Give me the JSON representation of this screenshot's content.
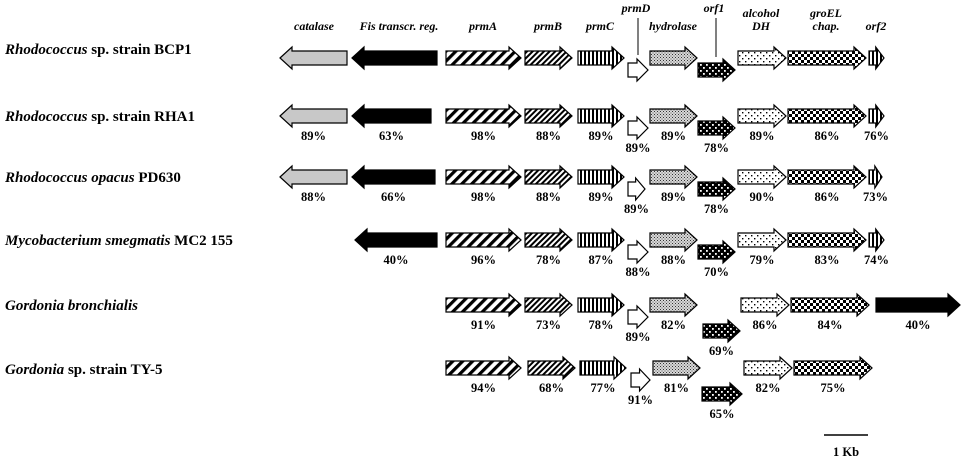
{
  "gene_labels": [
    {
      "id": "catalase",
      "lines": [
        "catalase"
      ]
    },
    {
      "id": "fis",
      "lines": [
        "Fis transcr. reg."
      ]
    },
    {
      "id": "prmA",
      "lines": [
        "prmA"
      ]
    },
    {
      "id": "prmB",
      "lines": [
        "prmB"
      ]
    },
    {
      "id": "prmC",
      "lines": [
        "prmC"
      ]
    },
    {
      "id": "prmD",
      "lines": [
        "prmD"
      ]
    },
    {
      "id": "hydrolase",
      "lines": [
        "hydrolase"
      ]
    },
    {
      "id": "orf1",
      "lines": [
        "orf1"
      ]
    },
    {
      "id": "alcohol",
      "lines": [
        "alcohol",
        "DH"
      ]
    },
    {
      "id": "groel",
      "lines": [
        "groEL",
        "chap."
      ]
    },
    {
      "id": "orf2",
      "lines": [
        "orf2"
      ]
    }
  ],
  "organisms": [
    {
      "name_parts": [
        {
          "text": "Rhodococcus",
          "italic": true
        },
        {
          "text": " sp. strain BCP1",
          "italic": false
        }
      ],
      "genes": [
        {
          "gene": "catalase",
          "dir": "left",
          "pattern": "gray"
        },
        {
          "gene": "fis",
          "dir": "left",
          "pattern": "black"
        },
        {
          "gene": "prmA",
          "dir": "right",
          "pattern": "diag"
        },
        {
          "gene": "prmB",
          "dir": "right",
          "pattern": "diagFine"
        },
        {
          "gene": "prmC",
          "dir": "right",
          "pattern": "vstripe"
        },
        {
          "gene": "prmD",
          "dir": "right",
          "pattern": "white"
        },
        {
          "gene": "hydrolase",
          "dir": "right",
          "pattern": "grid"
        },
        {
          "gene": "orf1",
          "dir": "right",
          "pattern": "blackdots"
        },
        {
          "gene": "alcohol",
          "dir": "right",
          "pattern": "sparsedots"
        },
        {
          "gene": "groel",
          "dir": "right",
          "pattern": "checker"
        },
        {
          "gene": "orf2",
          "dir": "right",
          "pattern": "vstripe"
        }
      ]
    },
    {
      "name_parts": [
        {
          "text": "Rhodococcus",
          "italic": true
        },
        {
          "text": " sp. strain RHA1",
          "italic": false
        }
      ],
      "genes": [
        {
          "gene": "catalase",
          "dir": "left",
          "pattern": "gray",
          "pct": "89%"
        },
        {
          "gene": "fis",
          "dir": "left",
          "pattern": "black",
          "pct": "63%"
        },
        {
          "gene": "prmA",
          "dir": "right",
          "pattern": "diag",
          "pct": "98%"
        },
        {
          "gene": "prmB",
          "dir": "right",
          "pattern": "diagFine",
          "pct": "88%"
        },
        {
          "gene": "prmC",
          "dir": "right",
          "pattern": "vstripe",
          "pct": "89%"
        },
        {
          "gene": "prmD",
          "dir": "right",
          "pattern": "white",
          "pct": "89%"
        },
        {
          "gene": "hydrolase",
          "dir": "right",
          "pattern": "grid",
          "pct": "89%"
        },
        {
          "gene": "orf1",
          "dir": "right",
          "pattern": "blackdots",
          "pct": "78%"
        },
        {
          "gene": "alcohol",
          "dir": "right",
          "pattern": "sparsedots",
          "pct": "89%"
        },
        {
          "gene": "groel",
          "dir": "right",
          "pattern": "checker",
          "pct": "86%"
        },
        {
          "gene": "orf2",
          "dir": "right",
          "pattern": "vstripe",
          "pct": "76%"
        }
      ]
    },
    {
      "name_parts": [
        {
          "text": "Rhodococcus opacus",
          "italic": true
        },
        {
          "text": " PD630",
          "italic": false
        }
      ],
      "genes": [
        {
          "gene": "catalase",
          "dir": "left",
          "pattern": "gray",
          "pct": "88%"
        },
        {
          "gene": "fis",
          "dir": "left",
          "pattern": "black",
          "pct": "66%"
        },
        {
          "gene": "prmA",
          "dir": "right",
          "pattern": "diag",
          "pct": "98%"
        },
        {
          "gene": "prmB",
          "dir": "right",
          "pattern": "diagFine",
          "pct": "88%"
        },
        {
          "gene": "prmC",
          "dir": "right",
          "pattern": "vstripe",
          "pct": "89%"
        },
        {
          "gene": "prmD",
          "dir": "right",
          "pattern": "white",
          "pct": "89%"
        },
        {
          "gene": "hydrolase",
          "dir": "right",
          "pattern": "grid",
          "pct": "89%"
        },
        {
          "gene": "orf1",
          "dir": "right",
          "pattern": "blackdots",
          "pct": "78%"
        },
        {
          "gene": "alcohol",
          "dir": "right",
          "pattern": "sparsedots",
          "pct": "90%"
        },
        {
          "gene": "groel",
          "dir": "right",
          "pattern": "checker",
          "pct": "86%"
        },
        {
          "gene": "orf2",
          "dir": "right",
          "pattern": "vstripe",
          "pct": "73%"
        }
      ]
    },
    {
      "name_parts": [
        {
          "text": "Mycobacterium smegmatis",
          "italic": true
        },
        {
          "text": " MC2 155",
          "italic": false
        }
      ],
      "genes": [
        {
          "gene": "fis",
          "dir": "left",
          "pattern": "black",
          "pct": "40%"
        },
        {
          "gene": "prmA",
          "dir": "right",
          "pattern": "diag",
          "pct": "96%"
        },
        {
          "gene": "prmB",
          "dir": "right",
          "pattern": "diagFine",
          "pct": "78%"
        },
        {
          "gene": "prmC",
          "dir": "right",
          "pattern": "vstripe",
          "pct": "87%"
        },
        {
          "gene": "prmD",
          "dir": "right",
          "pattern": "white",
          "pct": "88%"
        },
        {
          "gene": "hydrolase",
          "dir": "right",
          "pattern": "grid",
          "pct": "88%"
        },
        {
          "gene": "orf1",
          "dir": "right",
          "pattern": "blackdots",
          "pct": "70%"
        },
        {
          "gene": "alcohol",
          "dir": "right",
          "pattern": "sparsedots",
          "pct": "79%"
        },
        {
          "gene": "groel",
          "dir": "right",
          "pattern": "checker",
          "pct": "83%"
        },
        {
          "gene": "orf2",
          "dir": "right",
          "pattern": "vstripe",
          "pct": "74%"
        }
      ]
    },
    {
      "name_parts": [
        {
          "text": "Gordonia bronchialis",
          "italic": true
        }
      ],
      "genes": [
        {
          "gene": "prmA",
          "dir": "right",
          "pattern": "diag",
          "pct": "91%"
        },
        {
          "gene": "prmB",
          "dir": "right",
          "pattern": "diagFine",
          "pct": "73%"
        },
        {
          "gene": "prmC",
          "dir": "right",
          "pattern": "vstripe",
          "pct": "78%"
        },
        {
          "gene": "prmD",
          "dir": "right",
          "pattern": "white",
          "pct": "89%"
        },
        {
          "gene": "hydrolase",
          "dir": "right",
          "pattern": "grid",
          "pct": "82%"
        },
        {
          "gene": "orf1",
          "dir": "right",
          "pattern": "blackdots",
          "pct": "69%"
        },
        {
          "gene": "alcohol",
          "dir": "right",
          "pattern": "sparsedots",
          "pct": "86%"
        },
        {
          "gene": "groel",
          "dir": "right",
          "pattern": "checker",
          "pct": "84%"
        },
        {
          "gene": "fis",
          "dir": "right",
          "pattern": "black",
          "pct": "40%"
        }
      ]
    },
    {
      "name_parts": [
        {
          "text": "Gordonia",
          "italic": true
        },
        {
          "text": " sp. strain TY-5",
          "italic": false
        }
      ],
      "genes": [
        {
          "gene": "prmA",
          "dir": "right",
          "pattern": "diag",
          "pct": "94%"
        },
        {
          "gene": "prmB",
          "dir": "right",
          "pattern": "diagFine",
          "pct": "68%"
        },
        {
          "gene": "prmC",
          "dir": "right",
          "pattern": "vstripe",
          "pct": "77%"
        },
        {
          "gene": "prmD",
          "dir": "right",
          "pattern": "white",
          "pct": "91%"
        },
        {
          "gene": "hydrolase",
          "dir": "right",
          "pattern": "grid",
          "pct": "81%"
        },
        {
          "gene": "orf1",
          "dir": "right",
          "pattern": "blackdots",
          "pct": "65%"
        },
        {
          "gene": "alcohol",
          "dir": "right",
          "pattern": "sparsedots",
          "pct": "82%"
        },
        {
          "gene": "groel",
          "dir": "right",
          "pattern": "checker",
          "pct": "75%"
        }
      ]
    }
  ],
  "scale_bar": {
    "label": "1 Kb"
  },
  "colors": {
    "gray_fill": "#c8c8c8",
    "black_fill": "#000000",
    "stroke": "#000000",
    "background": "#ffffff"
  }
}
